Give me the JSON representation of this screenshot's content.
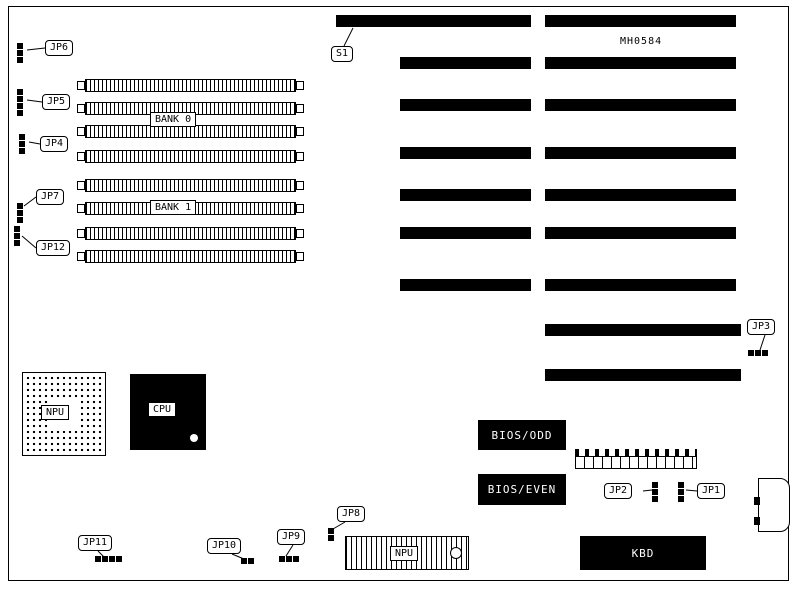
{
  "diagram": {
    "part_number": "MH0584",
    "callouts": {
      "s1": "S1",
      "jp1": "JP1",
      "jp2": "JP2",
      "jp3": "JP3",
      "jp4": "JP4",
      "jp5": "JP5",
      "jp6": "JP6",
      "jp7": "JP7",
      "jp8": "JP8",
      "jp9": "JP9",
      "jp10": "JP10",
      "jp11": "JP11",
      "jp12": "JP12"
    },
    "banks": {
      "bank0": "BANK 0",
      "bank1": "BANK 1"
    },
    "chips": {
      "npu_socket": "NPU",
      "cpu": "CPU",
      "bios_odd": "BIOS/ODD",
      "bios_even": "BIOS/EVEN",
      "npu_dip": "NPU",
      "kbd": "KBD"
    },
    "colors": {
      "ink": "#000000",
      "background": "#ffffff"
    }
  }
}
